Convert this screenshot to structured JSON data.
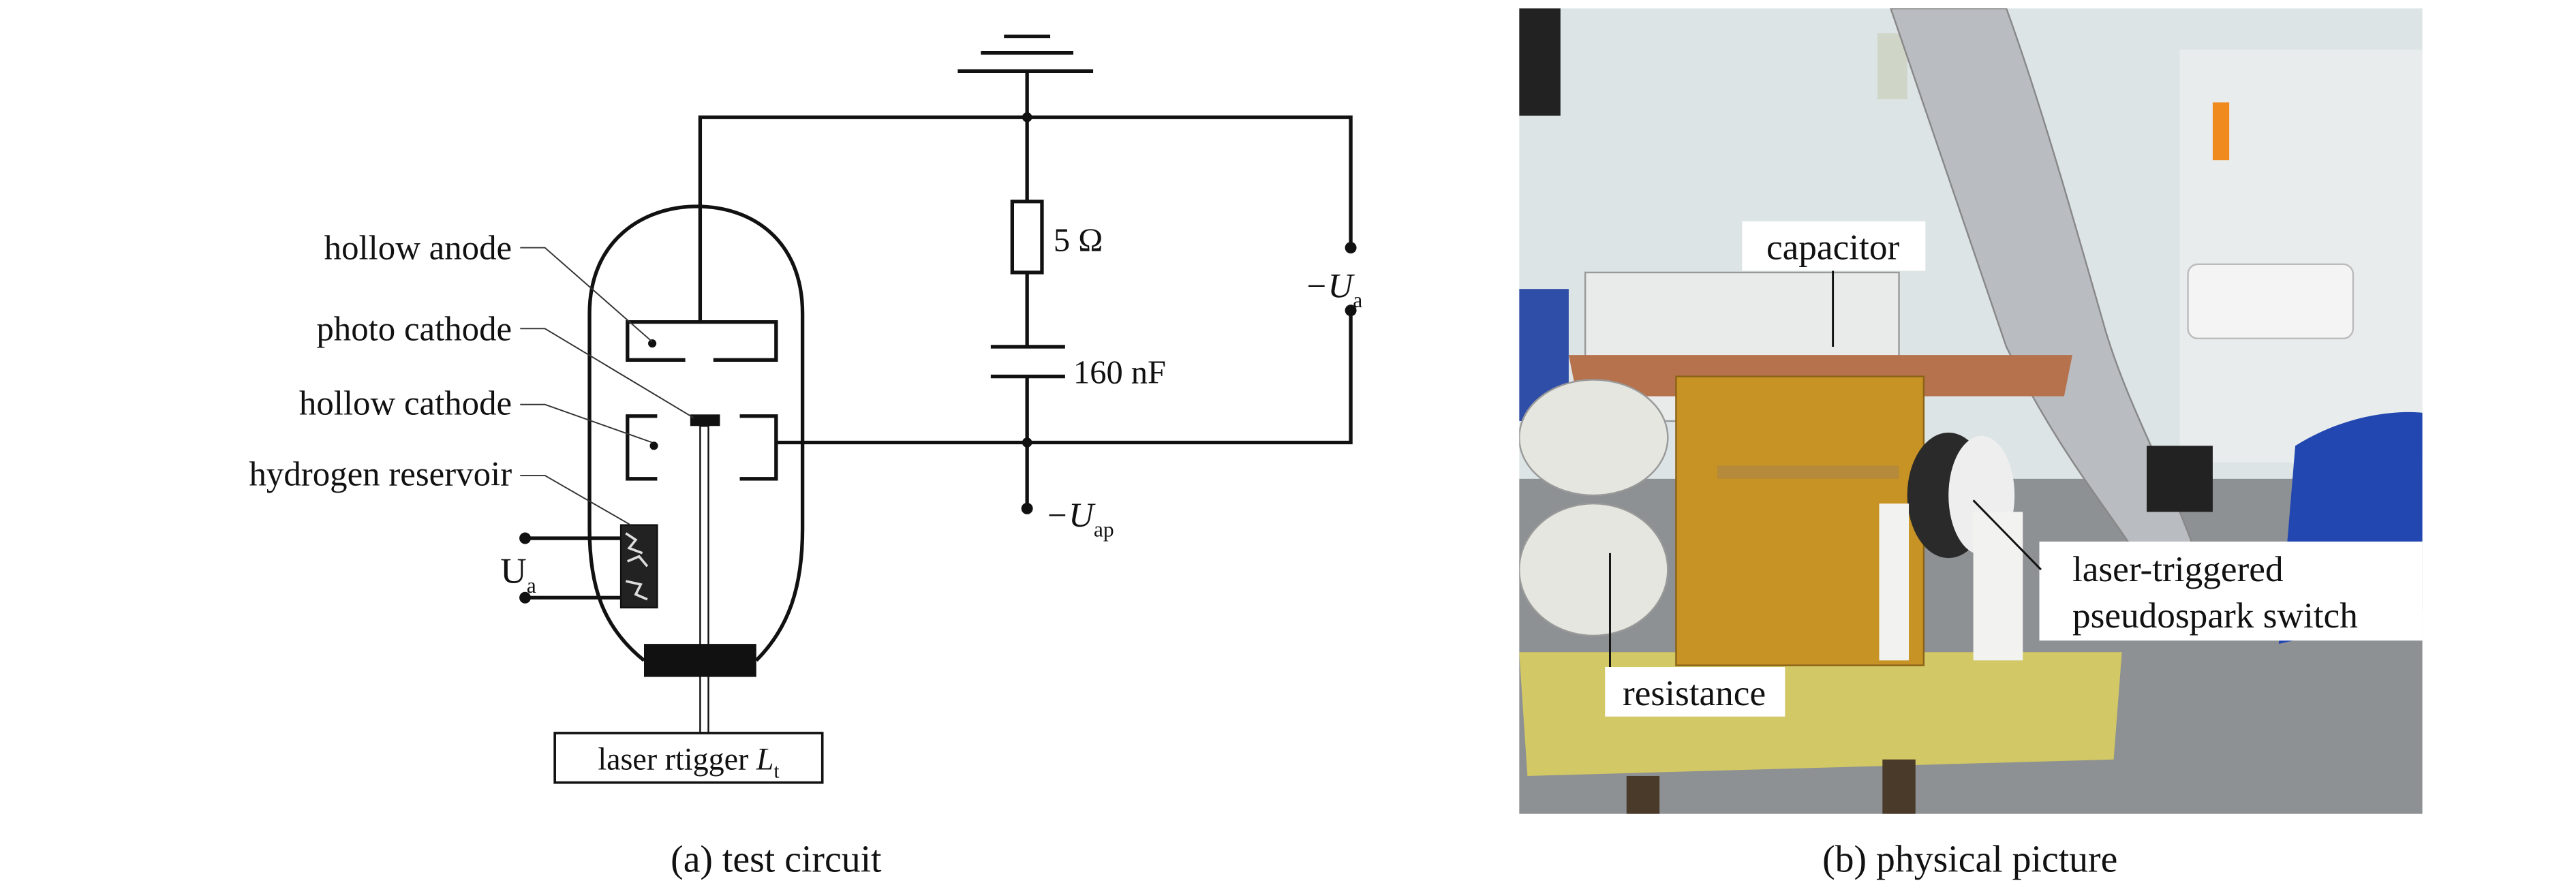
{
  "circuit": {
    "labels": {
      "hollow_anode": "hollow anode",
      "photo_cathode": "photo cathode",
      "hollow_cathode": "hollow cathode",
      "hydrogen_reservoir": "hydrogen reservoir"
    },
    "resistor": "5 Ω",
    "capacitor": "160 nF",
    "ua_right": {
      "main": "−U",
      "sub": "a"
    },
    "uap": {
      "main": "−U",
      "sub": "ap"
    },
    "ua_left": {
      "main": "U",
      "sub": "a"
    },
    "laser": {
      "main": "laser rtigger ",
      "var": "L",
      "sub": "t"
    },
    "caption": "(a) test circuit"
  },
  "photo": {
    "labels": {
      "capacitor": "capacitor",
      "resistance": "resistance",
      "switch_line1": "laser-triggered",
      "switch_line2": "pseudospark switch"
    },
    "caption": "(b) physical picture"
  }
}
